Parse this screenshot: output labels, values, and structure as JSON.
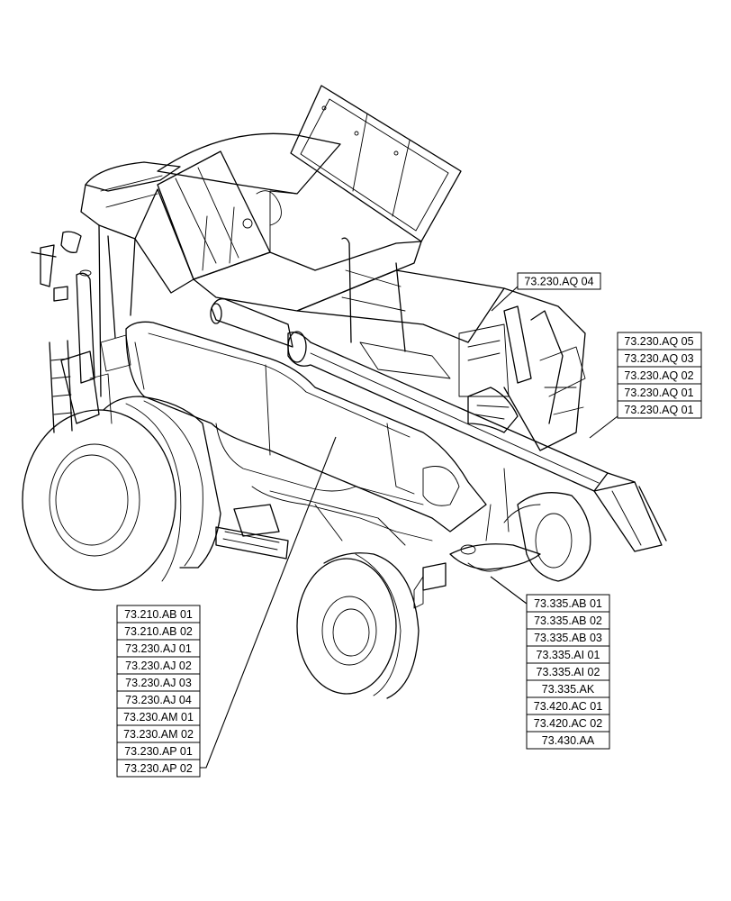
{
  "diagram": {
    "callouts_top": {
      "single": "73.230.AQ 04",
      "stack": [
        "73.230.AQ 05",
        "73.230.AQ 03",
        "73.230.AQ 02",
        "73.230.AQ 01",
        "73.230.AQ 01"
      ]
    },
    "callouts_left": [
      "73.210.AB 01",
      "73.210.AB 02",
      "73.230.AJ 01",
      "73.230.AJ 02",
      "73.230.AJ 03",
      "73.230.AJ 04",
      "73.230.AM 01",
      "73.230.AM 02",
      "73.230.AP 01",
      "73.230.AP 02"
    ],
    "callouts_right": [
      "73.335.AB 01",
      "73.335.AB 02",
      "73.335.AB 03",
      "73.335.AI 01",
      "73.335.AI 02",
      "73.335.AK",
      "73.420.AC 01",
      "73.420.AC 02",
      "73.430.AA"
    ]
  }
}
